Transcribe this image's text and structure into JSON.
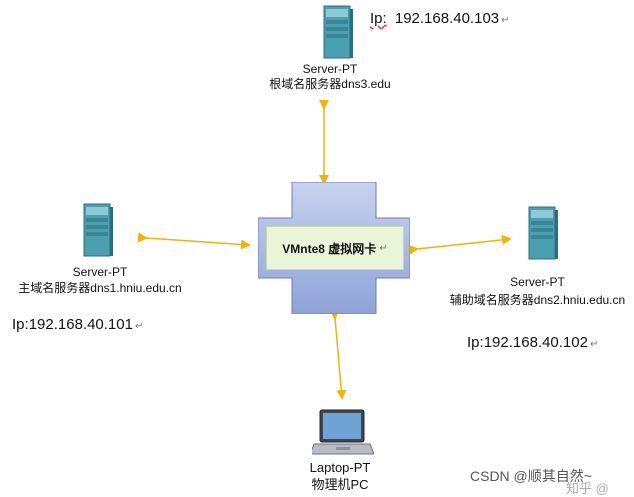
{
  "diagram": {
    "top_node": {
      "device": "Server-PT",
      "role": "根域名服务器dns3.edu",
      "ip_prefix": "Ip:",
      "ip": "192.168.40.103"
    },
    "left_node": {
      "device": "Server-PT",
      "role": "主域名服务器dns1.hniu.edu.cn",
      "ip_prefix": "Ip:",
      "ip": "192.168.40.101"
    },
    "right_node": {
      "device": "Server-PT",
      "role": "辅助域名服务器dns2.hniu.edu.cn",
      "ip_prefix": "Ip:",
      "ip": "192.168.40.102"
    },
    "bottom_node": {
      "device": "Laptop-PT",
      "role": "物理机PC"
    },
    "hub": {
      "label": "VMnte8 虚拟网卡"
    },
    "pilcrow": "↵"
  },
  "watermark": {
    "csdn": "CSDN @顺其自然~",
    "zhihu": "知乎 @"
  },
  "colors": {
    "arrow": "#f0b400",
    "hub_fill": "#a8b8e0",
    "hub_edge": "#6a7ec0",
    "label_bg": "#eaf4d6",
    "server_body": "#4a9fb0",
    "server_dark": "#2a6f80"
  }
}
